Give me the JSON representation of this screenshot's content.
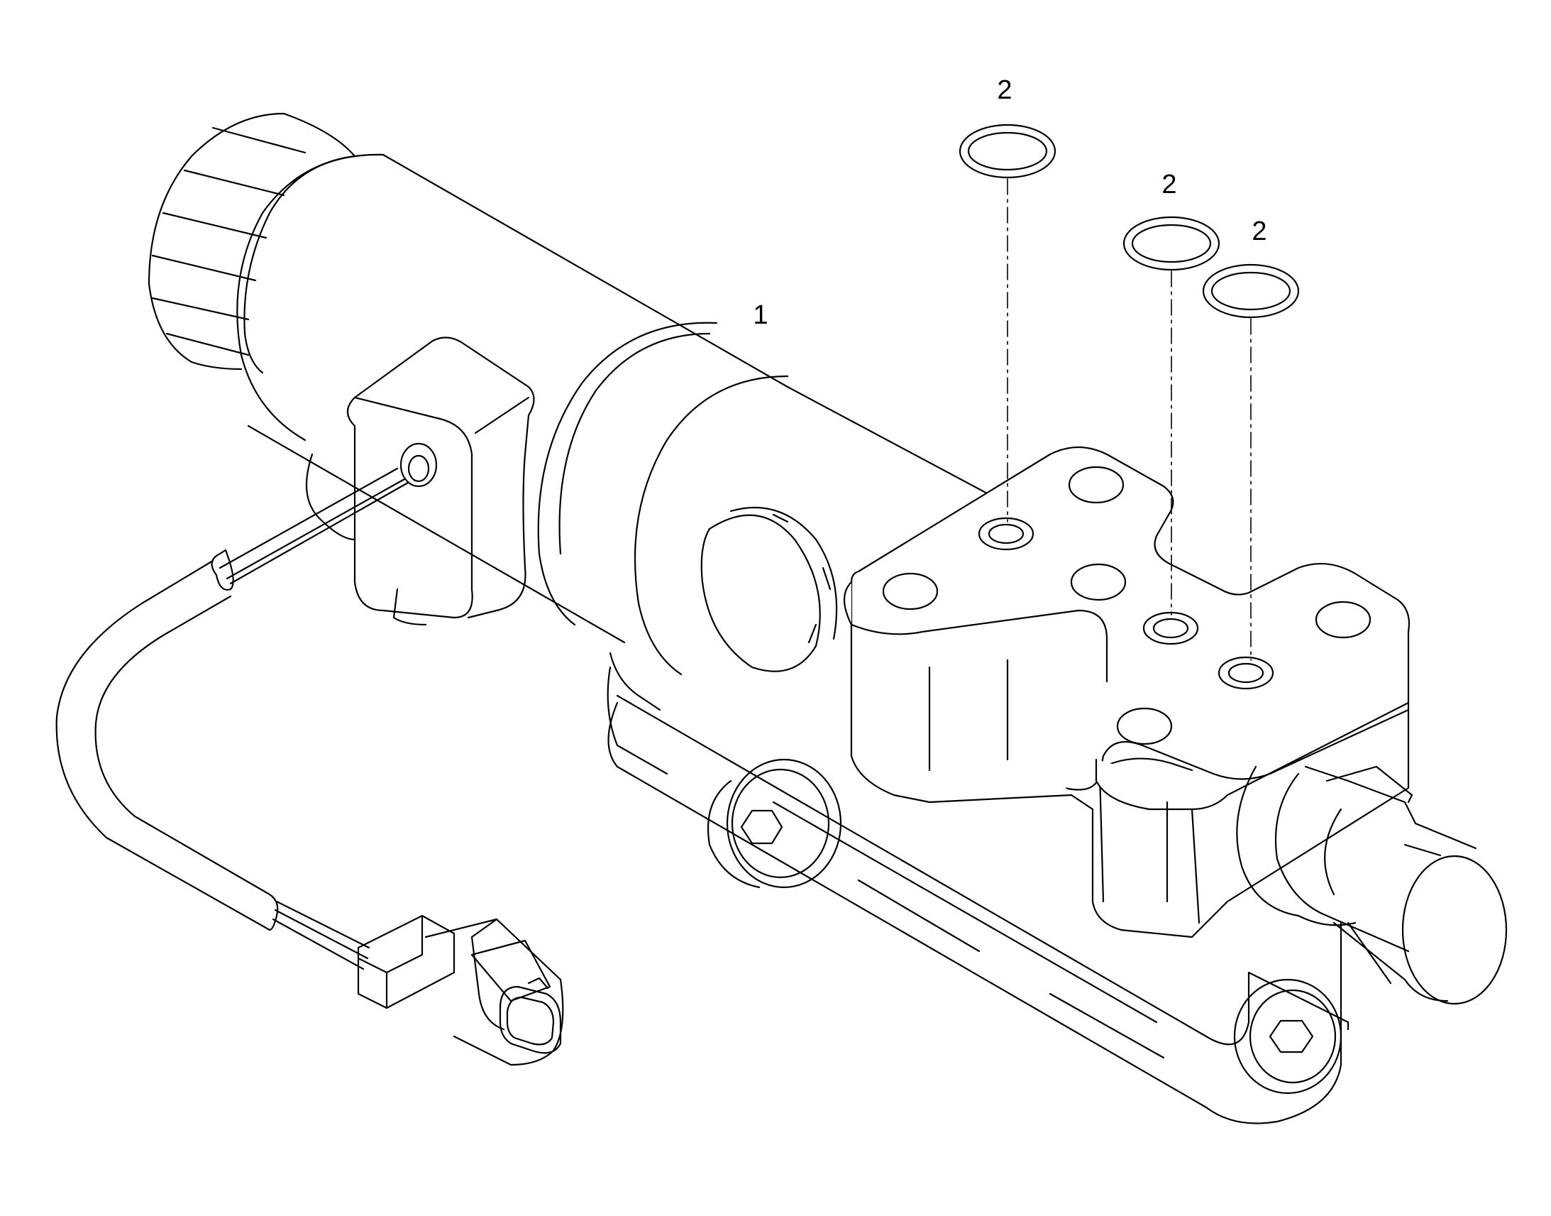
{
  "diagram": {
    "callouts": [
      {
        "id": "part-1",
        "label": "1"
      },
      {
        "id": "oring-a",
        "label": "2"
      },
      {
        "id": "oring-b",
        "label": "2"
      },
      {
        "id": "oring-c",
        "label": "2"
      }
    ],
    "stroke_color": "#000000",
    "background": "#ffffff"
  }
}
